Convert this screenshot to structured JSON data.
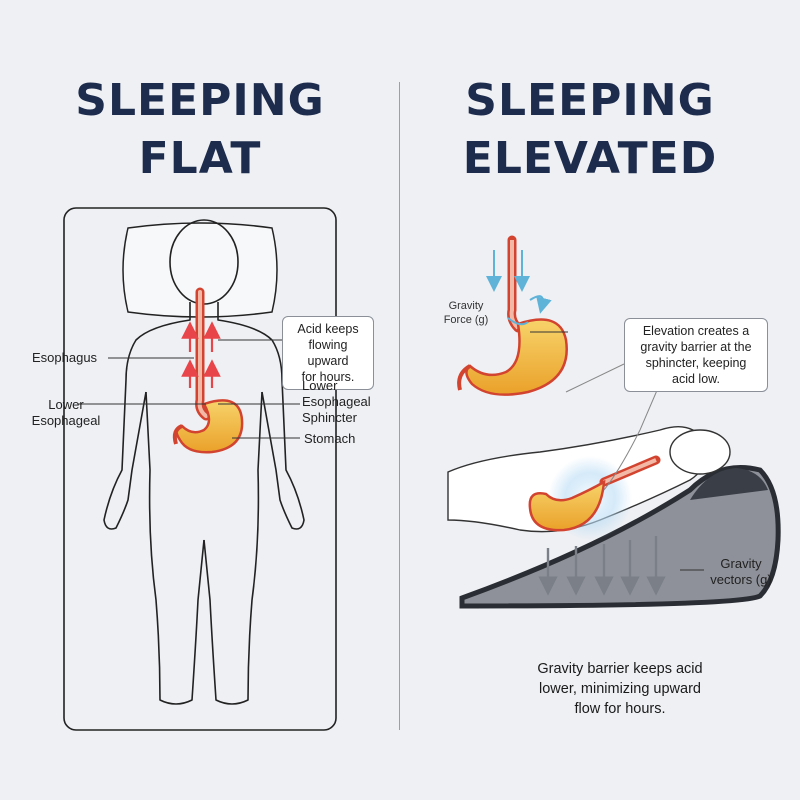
{
  "left": {
    "title_line1": "SLEEPING",
    "title_line2": "FLAT",
    "callout": [
      "Acid keeps",
      "flowing upward",
      "for hours."
    ],
    "labels": {
      "esophagus": "Esophagus",
      "lower_esophageal": [
        "Lower",
        "Esophageal"
      ],
      "les": [
        "Lower",
        "Esophageal",
        "Sphincter"
      ],
      "stomach": "Stomach"
    }
  },
  "right": {
    "title_line1": "SLEEPING",
    "title_line2": "ELEVATED",
    "gravity_force": [
      "Gravity",
      "Force (g)"
    ],
    "callout": [
      "Elevation creates a",
      "gravity barrier at the",
      "sphincter, keeping",
      "acid low."
    ],
    "gravity_vectors": [
      "Gravity",
      "vectors (g)"
    ],
    "caption": [
      "Gravity barrier keeps acid",
      "lower, minimizing upward",
      "flow for hours."
    ]
  },
  "colors": {
    "title": "#1d2b4c",
    "acid_arrow": "#e8454a",
    "gravity_arrow": "#5fb3d9",
    "stomach_fill": "#f2b63a",
    "stomach_outline": "#d2442f",
    "wedge": "#8e9199"
  }
}
